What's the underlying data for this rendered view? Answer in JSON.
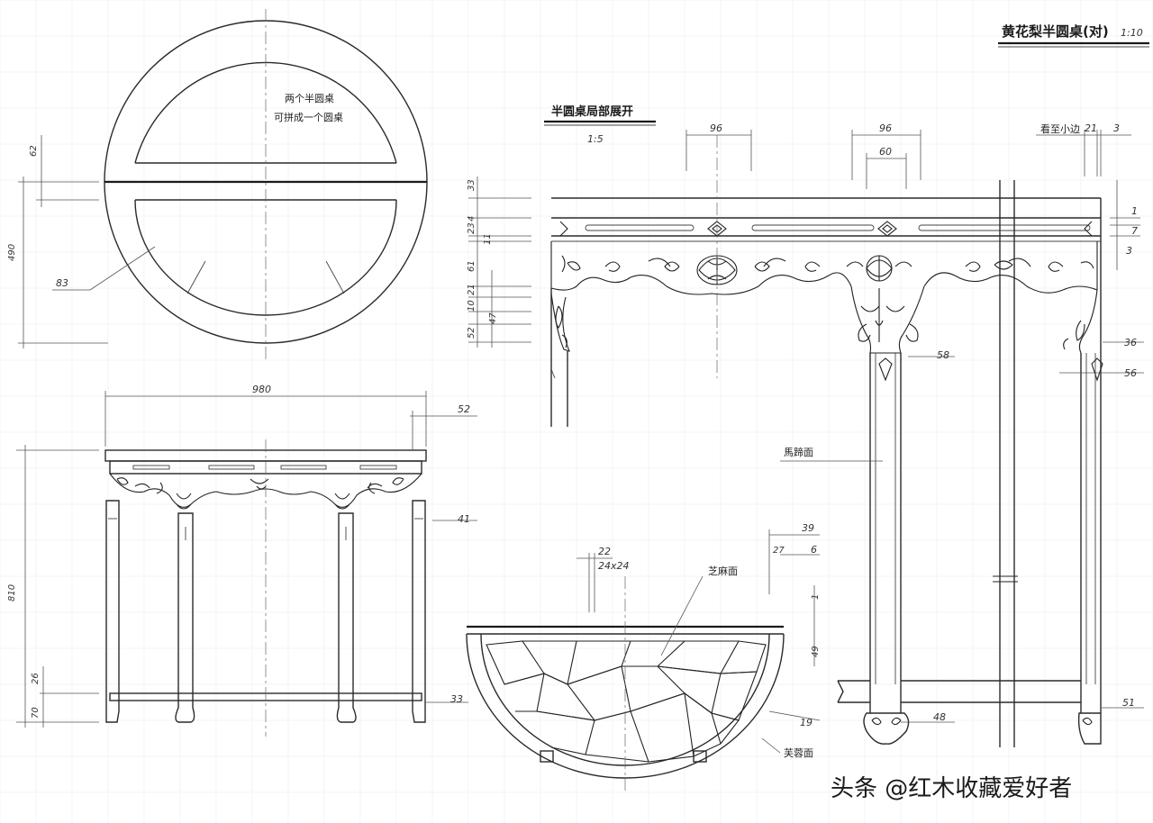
{
  "title": {
    "text": "黄花梨半圆桌(对)",
    "scale": "1:10"
  },
  "detail_title": {
    "text": "半圆桌局部展开",
    "scale": "1:5"
  },
  "plan_note": {
    "line1": "两个半圆桌",
    "line2": "可拼成一个圆桌"
  },
  "section_labels": {
    "leg_section": "馬蹄面",
    "stretcher_section": "芝麻面",
    "apron_face": "芙蓉面"
  },
  "top_note": "看至小边",
  "dimensions": {
    "plan_62": "62",
    "plan_490": "490",
    "plan_83": "83",
    "front_980": "980",
    "front_52": "52",
    "front_41": "41",
    "front_810": "810",
    "front_26": "26",
    "front_70": "70",
    "front_33": "33",
    "det_96a": "96",
    "det_96b": "96",
    "det_60": "60",
    "det_21": "21",
    "det_3": "3",
    "det_33": "33",
    "det_23": "23",
    "det_4": "4",
    "det_11": "11",
    "det_61": "61",
    "det_10": "10",
    "det_21b": "21",
    "det_47": "47",
    "det_52": "52",
    "det_1": "1",
    "det_7": "7",
    "det_3b": "3",
    "det_36": "36",
    "det_56": "56",
    "det_58": "58",
    "det_48": "48",
    "det_51": "51",
    "sec_22": "22",
    "sec_24x24": "24x24",
    "sec_39": "39",
    "sec_27": "27",
    "sec_6": "6",
    "sec_1": "1",
    "sec_49": "49",
    "sec_19": "19"
  },
  "watermark": "头条 @红木收藏爱好者"
}
